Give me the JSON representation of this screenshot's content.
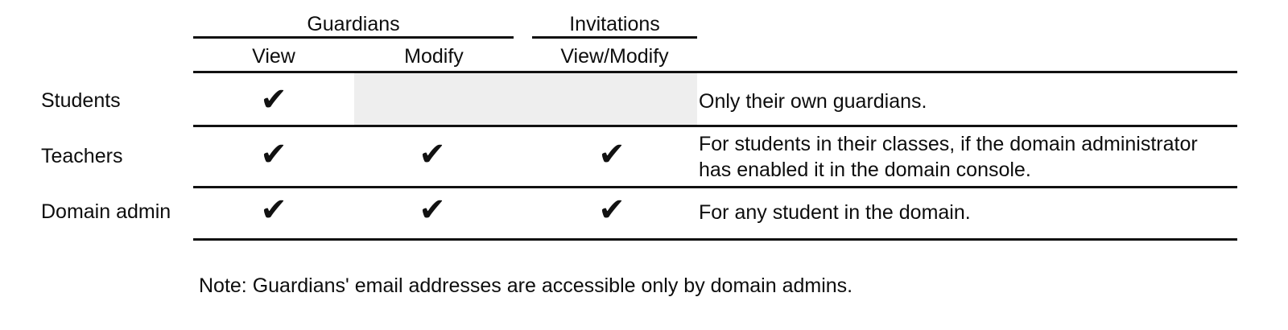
{
  "table": {
    "column_groups": [
      {
        "label": "Guardians",
        "span": 2
      },
      {
        "label": "Invitations",
        "span": 1
      }
    ],
    "columns": [
      {
        "label": "View"
      },
      {
        "label": "Modify"
      },
      {
        "label": "View/Modify"
      }
    ],
    "rows": [
      {
        "label": "Students",
        "cells": [
          {
            "icon": "check-icon",
            "value": "✔"
          },
          {
            "icon": "none",
            "value": "",
            "state": "not-applicable"
          },
          {
            "icon": "none",
            "value": "",
            "state": "not-applicable"
          }
        ],
        "description": "Only their own guardians."
      },
      {
        "label": "Teachers",
        "cells": [
          {
            "icon": "check-icon",
            "value": "✔"
          },
          {
            "icon": "check-icon",
            "value": "✔"
          },
          {
            "icon": "check-icon",
            "value": "✔"
          }
        ],
        "description": "For students in their classes, if the domain administrator has enabled it in the domain console."
      },
      {
        "label": "Domain admin",
        "cells": [
          {
            "icon": "check-icon",
            "value": "✔"
          },
          {
            "icon": "check-icon",
            "value": "✔"
          },
          {
            "icon": "check-icon",
            "value": "✔"
          }
        ],
        "description": "For any student in the domain."
      }
    ]
  },
  "footnote": {
    "text": "Note: Guardians' email addresses are accessible only by domain admins."
  },
  "colors": {
    "rule": "#111111",
    "text": "#0d0d0d",
    "shaded_cell": "#eeeeee",
    "background": "#ffffff"
  }
}
